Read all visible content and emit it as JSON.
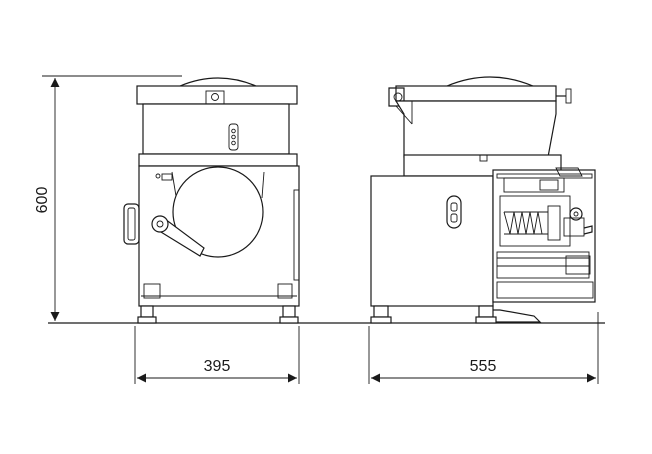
{
  "dimensions": {
    "height_label": "600",
    "width_front_label": "395",
    "depth_side_label": "555"
  }
}
